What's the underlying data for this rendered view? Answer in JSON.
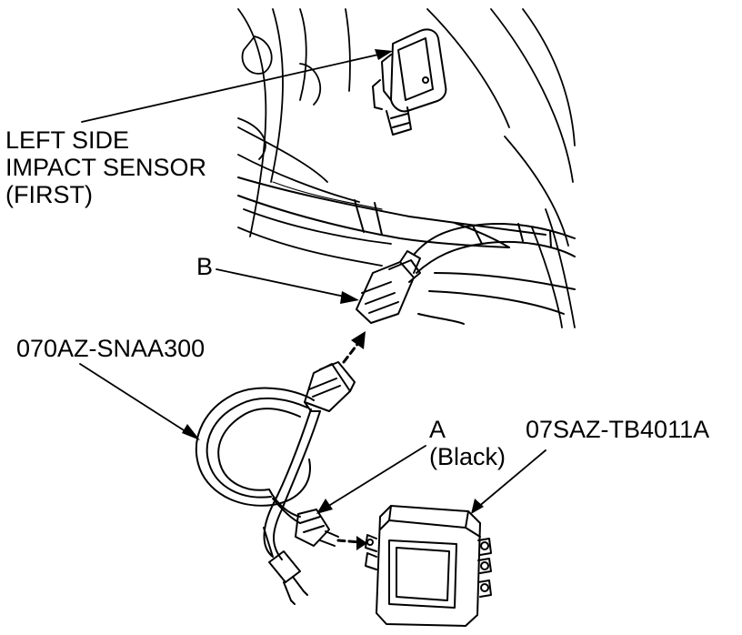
{
  "labels": {
    "sensor_line1": "LEFT SIDE",
    "sensor_line2": "IMPACT SENSOR",
    "sensor_line3": "(FIRST)",
    "connector_b": "B",
    "tool_harness": "070AZ-SNAA300",
    "connector_a": "A",
    "connector_a_note": "(Black)",
    "tool_box": "07SAZ-TB4011A"
  },
  "colors": {
    "ink": "#000000",
    "background": "#ffffff"
  }
}
